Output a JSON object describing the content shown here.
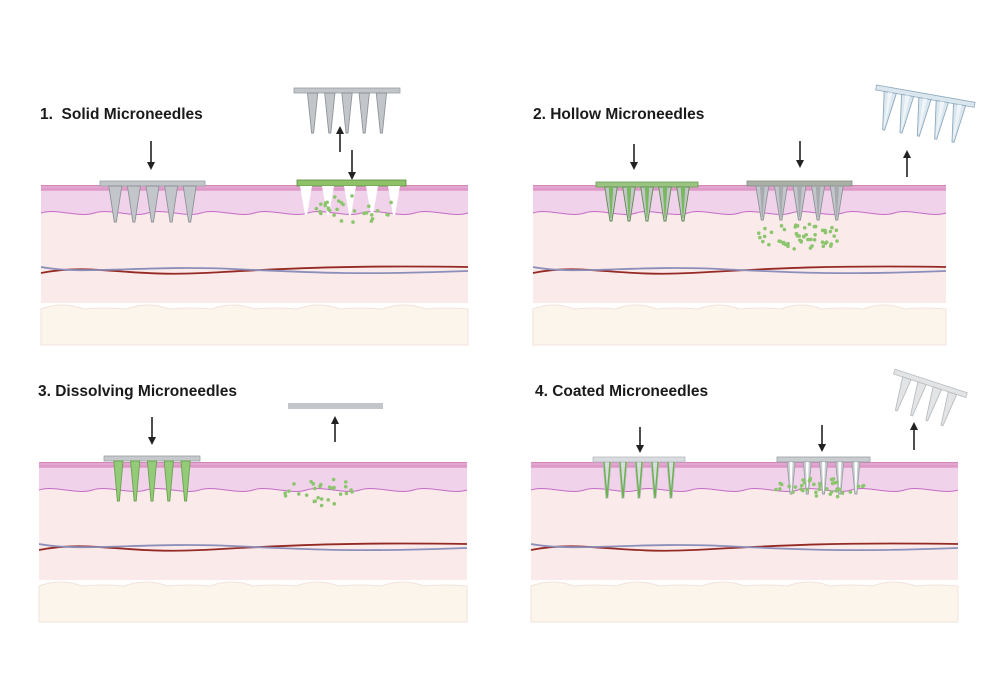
{
  "panels": [
    {
      "title": "1.  Solid Microneedles"
    },
    {
      "title": "2. Hollow Microneedles"
    },
    {
      "title": "3. Dissolving Microneedles"
    },
    {
      "title": "4. Coated Microneedles"
    }
  ],
  "colors": {
    "stratum": "#e3a6cf",
    "stratum_line": "#d487bb",
    "epidermis": "#f0d3ea",
    "epidermis_line": "#c56bc6",
    "dermis": "#faeaea",
    "hypodermis": "#fbf5ec",
    "vessel_red": "#952a25",
    "vessel_blue": "#8c8fba",
    "needle_gray": "#c2c5c9",
    "needle_dark": "#8f9498",
    "drug_green": "#8cc56e",
    "hollow_blue": "#dbe7ef",
    "arrow": "#222222"
  }
}
